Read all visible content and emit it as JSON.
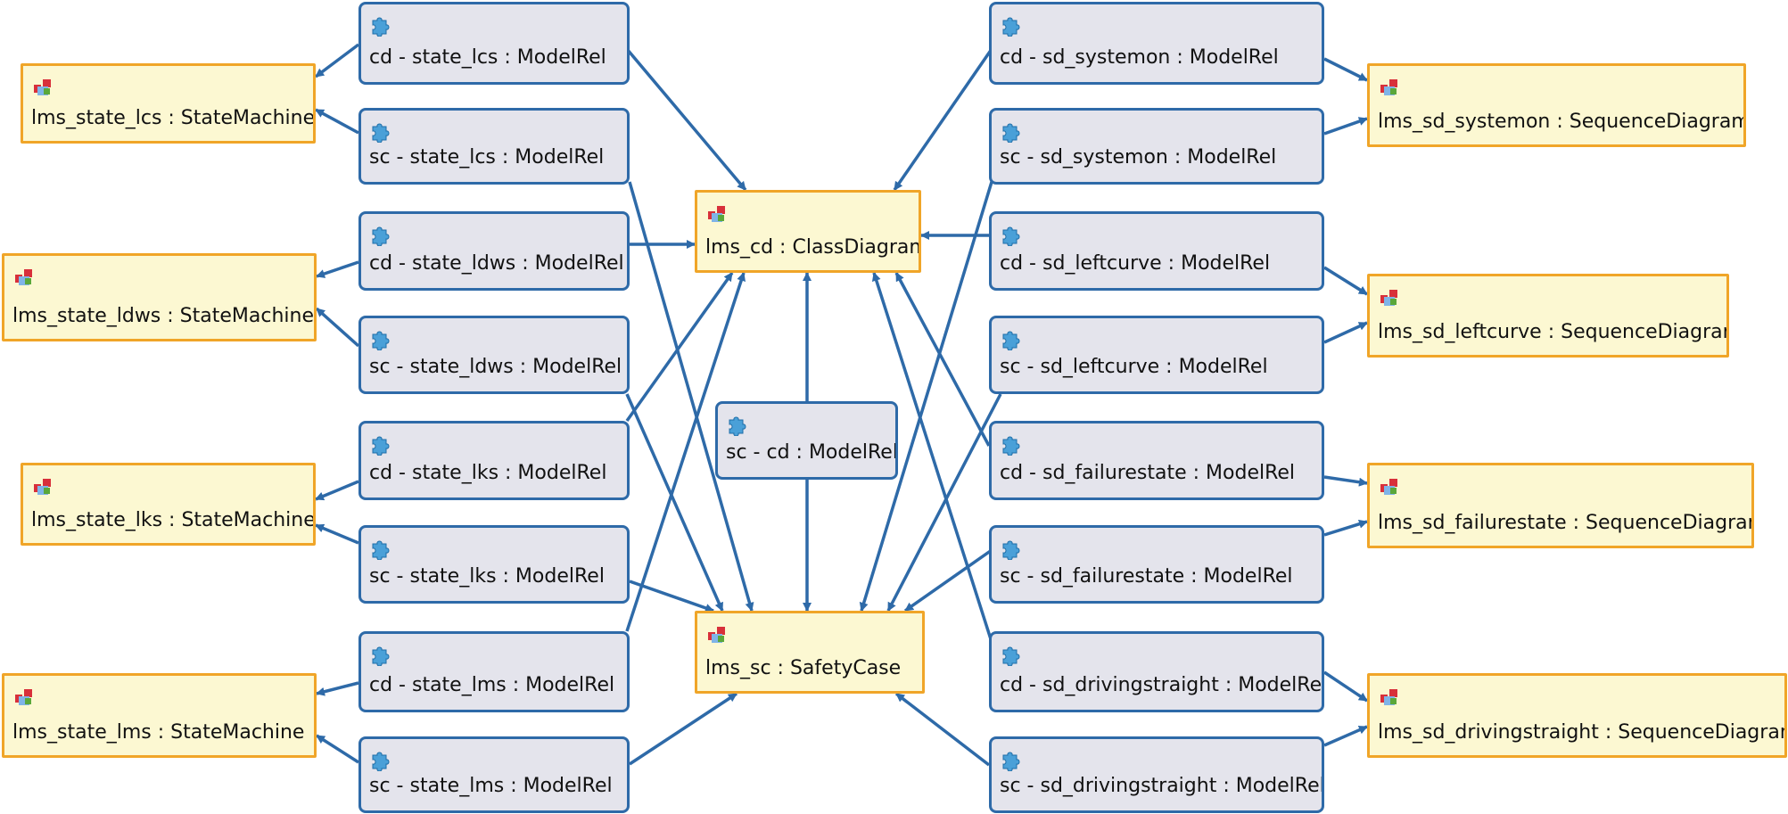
{
  "colors": {
    "model_fill": "#fcf8d2",
    "model_border": "#f0a528",
    "rel_fill": "#e4e4ec",
    "rel_border": "#2e6aa8",
    "edge": "#2e6aa8"
  },
  "models": {
    "lms_state_lcs": {
      "label": "lms_state_lcs : StateMachine",
      "icon": "model-icon"
    },
    "lms_state_ldws": {
      "label": "lms_state_ldws : StateMachine",
      "icon": "model-icon"
    },
    "lms_state_lks": {
      "label": "lms_state_lks : StateMachine",
      "icon": "model-icon"
    },
    "lms_state_lms": {
      "label": "lms_state_lms : StateMachine",
      "icon": "model-icon"
    },
    "lms_cd": {
      "label": "lms_cd : ClassDiagram",
      "icon": "model-icon"
    },
    "lms_sc": {
      "label": "lms_sc : SafetyCase",
      "icon": "model-icon"
    },
    "lms_sd_systemon": {
      "label": "lms_sd_systemon : SequenceDiagram",
      "icon": "model-icon"
    },
    "lms_sd_leftcurve": {
      "label": "lms_sd_leftcurve : SequenceDiagram",
      "icon": "model-icon"
    },
    "lms_sd_failurestate": {
      "label": "lms_sd_failurestate : SequenceDiagram",
      "icon": "model-icon"
    },
    "lms_sd_drivingstraight": {
      "label": "lms_sd_drivingstraight : SequenceDiagram",
      "icon": "model-icon"
    }
  },
  "relations": {
    "cd_state_lcs": {
      "label": "cd - state_lcs : ModelRel",
      "icon": "puzzle-icon"
    },
    "sc_state_lcs": {
      "label": "sc - state_lcs : ModelRel",
      "icon": "puzzle-icon"
    },
    "cd_state_ldws": {
      "label": "cd - state_ldws : ModelRel",
      "icon": "puzzle-icon"
    },
    "sc_state_ldws": {
      "label": "sc - state_ldws : ModelRel",
      "icon": "puzzle-icon"
    },
    "cd_state_lks": {
      "label": "cd - state_lks : ModelRel",
      "icon": "puzzle-icon"
    },
    "sc_state_lks": {
      "label": "sc - state_lks : ModelRel",
      "icon": "puzzle-icon"
    },
    "cd_state_lms": {
      "label": "cd - state_lms : ModelRel",
      "icon": "puzzle-icon"
    },
    "sc_state_lms": {
      "label": "sc - state_lms : ModelRel",
      "icon": "puzzle-icon"
    },
    "sc_cd": {
      "label": "sc - cd : ModelRel",
      "icon": "puzzle-icon"
    },
    "cd_sd_systemon": {
      "label": "cd - sd_systemon : ModelRel",
      "icon": "puzzle-icon"
    },
    "sc_sd_systemon": {
      "label": "sc - sd_systemon : ModelRel",
      "icon": "puzzle-icon"
    },
    "cd_sd_leftcurve": {
      "label": "cd - sd_leftcurve : ModelRel",
      "icon": "puzzle-icon"
    },
    "sc_sd_leftcurve": {
      "label": "sc - sd_leftcurve : ModelRel",
      "icon": "puzzle-icon"
    },
    "cd_sd_failurestate": {
      "label": "cd - sd_failurestate : ModelRel",
      "icon": "puzzle-icon"
    },
    "sc_sd_failurestate": {
      "label": "sc - sd_failurestate : ModelRel",
      "icon": "puzzle-icon"
    },
    "cd_sd_drivingstraight": {
      "label": "cd - sd_drivingstraight : ModelRel",
      "icon": "puzzle-icon"
    },
    "sc_sd_drivingstraight": {
      "label": "sc - sd_drivingstraight : ModelRel",
      "icon": "puzzle-icon"
    }
  }
}
